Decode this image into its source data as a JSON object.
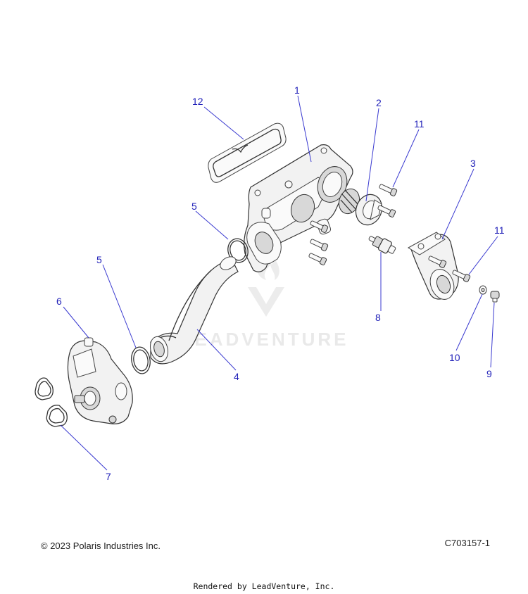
{
  "callouts": [
    {
      "label": "1"
    },
    {
      "label": "2"
    },
    {
      "label": "3"
    },
    {
      "label": "4"
    },
    {
      "label": "5"
    },
    {
      "label": "5"
    },
    {
      "label": "6"
    },
    {
      "label": "7"
    },
    {
      "label": "8"
    },
    {
      "label": "9"
    },
    {
      "label": "10"
    },
    {
      "label": "11"
    },
    {
      "label": "11"
    },
    {
      "label": "12"
    }
  ],
  "watermark": {
    "text": "LEADVENTURE"
  },
  "footer": {
    "copyright": "© 2023 Polaris Industries Inc.",
    "part_code": "C703157-1",
    "rendered_by": "Rendered by LeadVenture, Inc."
  }
}
